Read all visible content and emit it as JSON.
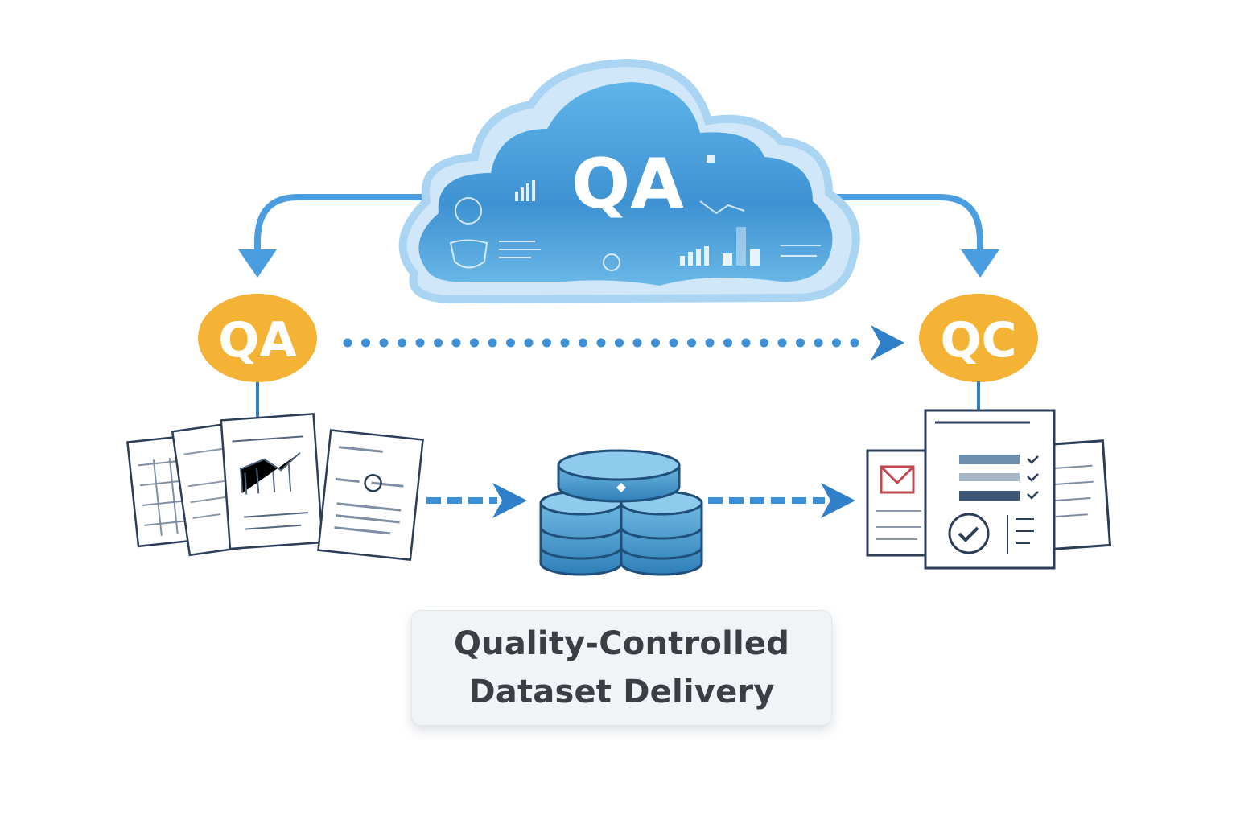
{
  "cloud": {
    "label": "QA"
  },
  "badges": {
    "left": "QA",
    "right": "QC"
  },
  "caption": {
    "line1": "Quality-Controlled",
    "line2": "Dataset Delivery"
  },
  "colors": {
    "arrow": "#3d8fd6",
    "badge": "#f5b335",
    "cloud": "#4a9fd8",
    "cloud_outline": "#a9d4f2",
    "ink": "#2c3e57",
    "caption_text": "#3a3f45"
  }
}
